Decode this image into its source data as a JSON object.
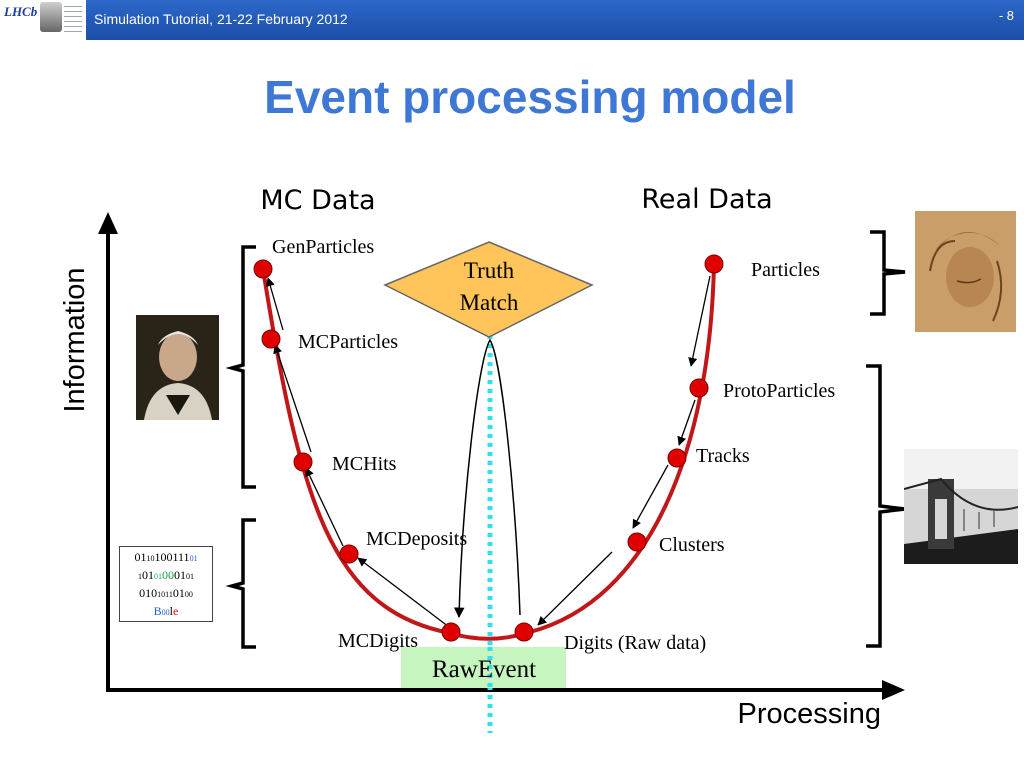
{
  "header": {
    "logo_text": "LHCb",
    "title": "Simulation Tutorial, 21-22 February 2012",
    "page_number": "- 8"
  },
  "title": "Event processing model",
  "diagram": {
    "column_labels": {
      "mc": "MC Data",
      "real": "Real Data"
    },
    "axes": {
      "y": "Information",
      "x": "Processing"
    },
    "nodes": {
      "gen_particles": "GenParticles",
      "mc_particles": "MCParticles",
      "mc_hits": "MCHits",
      "mc_deposits": "MCDeposits",
      "mc_digits": "MCDigits",
      "digits": "Digits (Raw data)",
      "clusters": "Clusters",
      "tracks": "Tracks",
      "proto_particles": "ProtoParticles",
      "particles": "Particles"
    },
    "truth_match": {
      "line1": "Truth",
      "line2": "Match"
    },
    "raw_event": "RawEvent",
    "binary_box": {
      "line1": [
        "01",
        "10",
        "1001",
        "11",
        "01"
      ],
      "line2": [
        "1",
        "01",
        "01",
        "00",
        "01",
        "01"
      ],
      "line3": [
        "010",
        "10",
        "11",
        "01",
        "00"
      ],
      "line4": [
        "B",
        "00",
        "l",
        "e"
      ]
    },
    "colors": {
      "curve": "#c01818",
      "node": "#e00000",
      "diamond_fill": "#ffc45a",
      "raw_event_bg": "#c6f5c0",
      "dotted_line": "#2ee0f0"
    }
  }
}
